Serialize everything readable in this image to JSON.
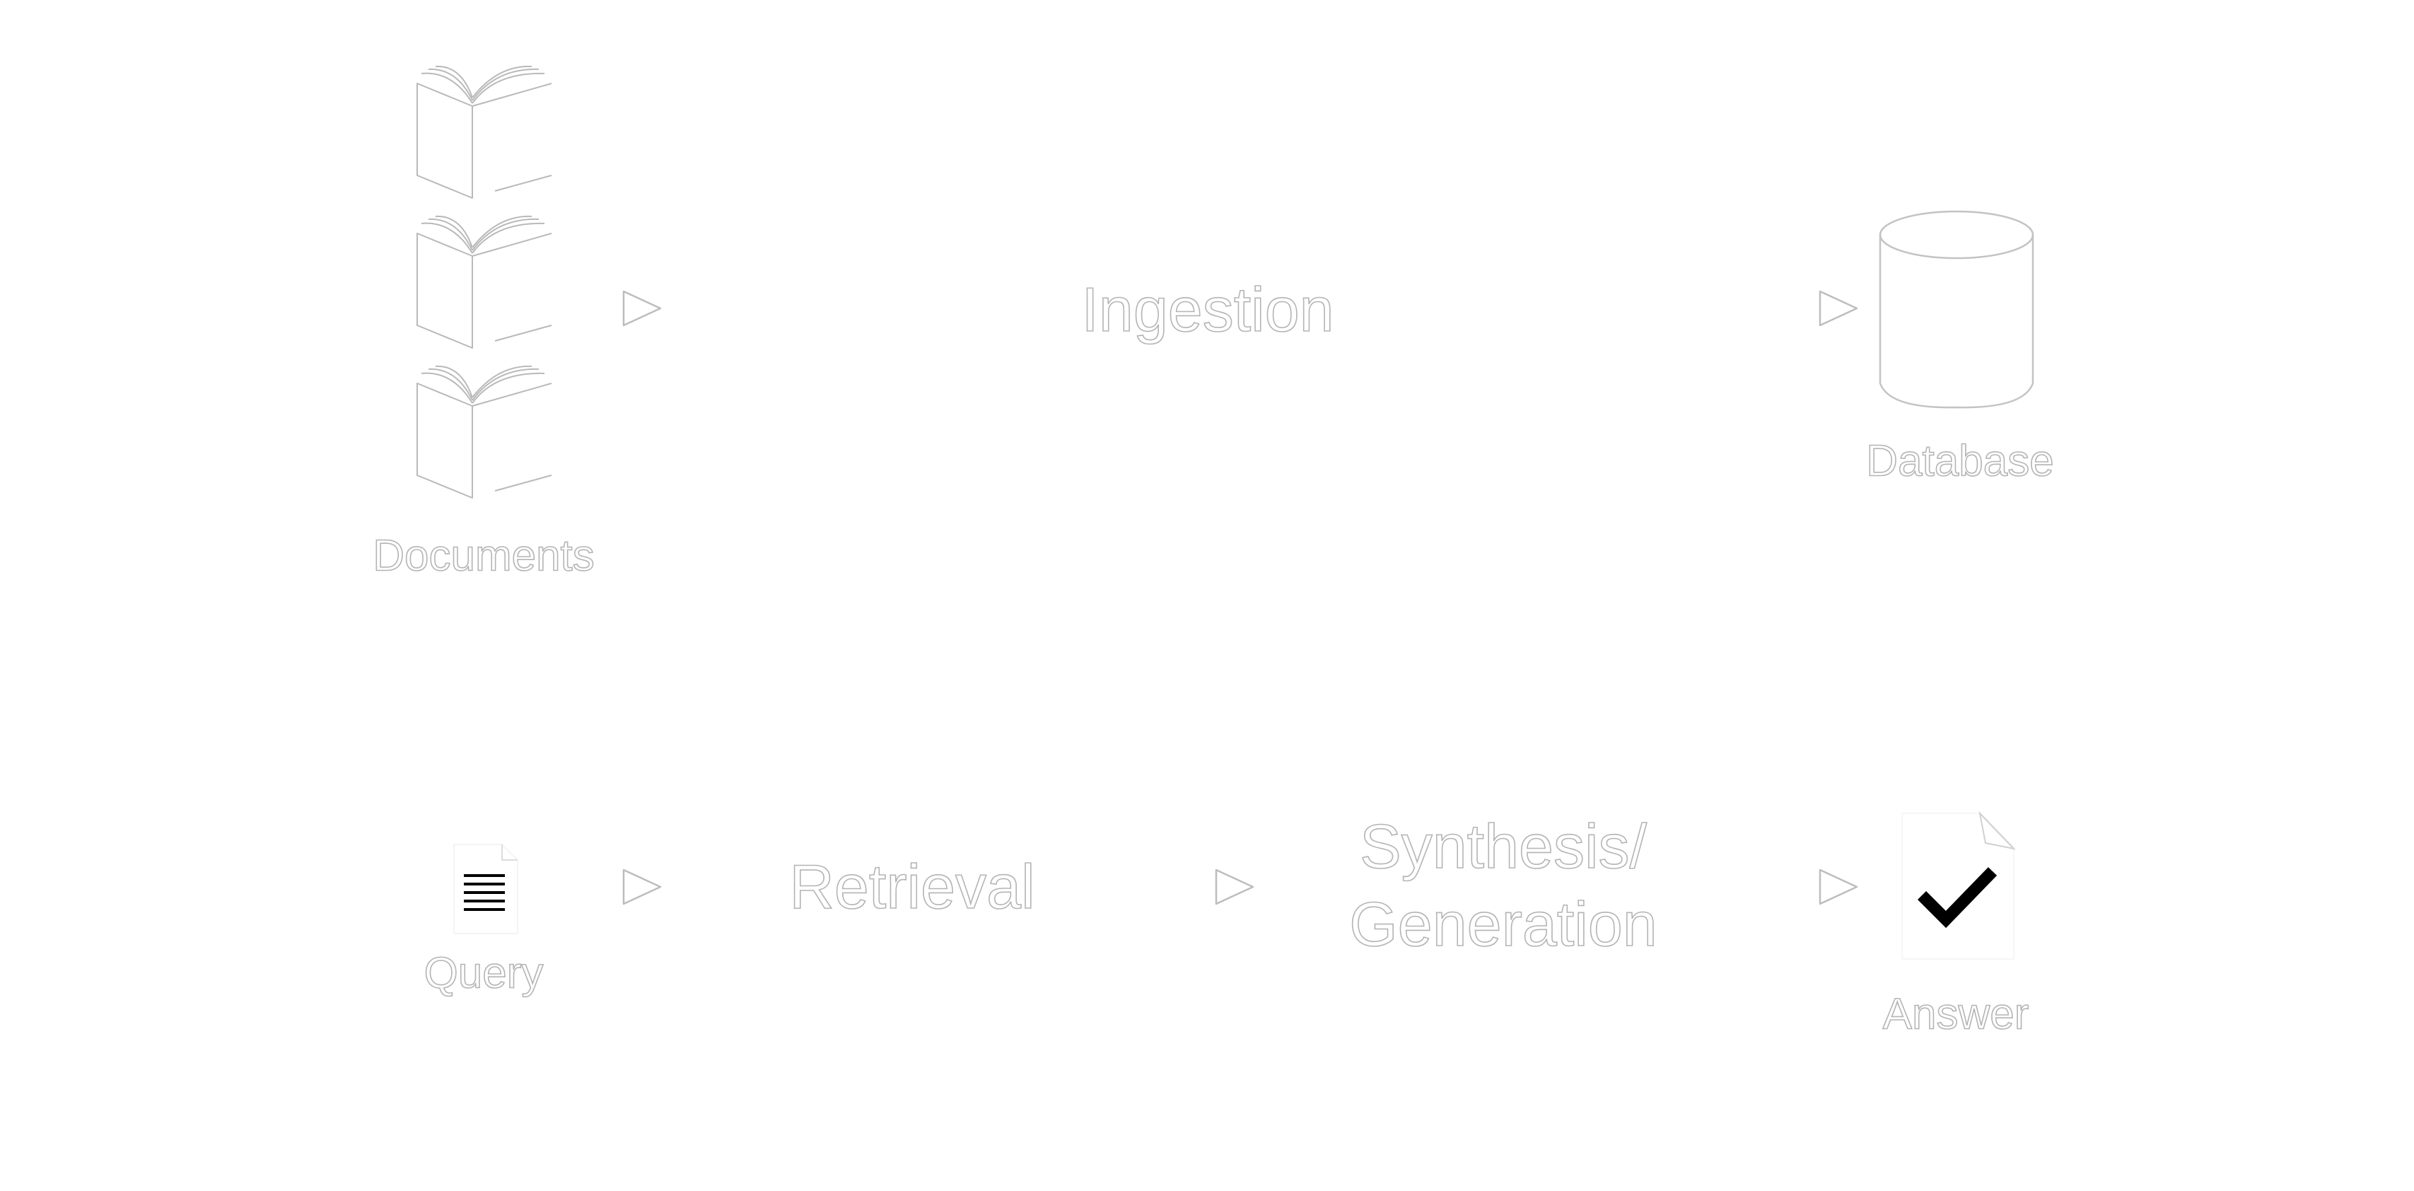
{
  "pipeline": {
    "ingestion": {
      "documents_label": "Documents",
      "step_label": "Ingestion",
      "database_label": "Database"
    },
    "query": {
      "query_label": "Query",
      "retrieval_label": "Retrieval",
      "synthesis_line1": "Synthesis/",
      "synthesis_line2": "Generation",
      "answer_label": "Answer"
    }
  },
  "icons": {
    "documents": "book-stack-icon",
    "database": "database-cylinder-icon",
    "query": "text-document-icon",
    "answer": "checkmark-document-icon",
    "arrows": "arrow-right-icon"
  },
  "colors": {
    "outline": "#b4b4b4",
    "glyph": "#000000",
    "background": "#ffffff"
  }
}
